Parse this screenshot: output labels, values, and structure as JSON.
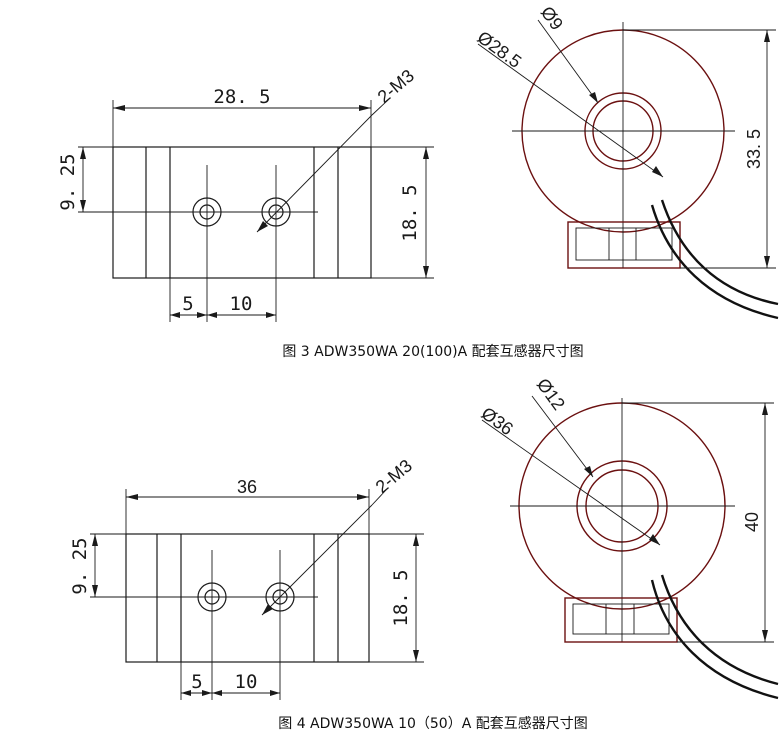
{
  "figure3": {
    "caption": "图 3 ADW350WA 20(100)A 配套互感器尺寸图",
    "width_label": "28. 5",
    "thread_label": "2-M3",
    "offset_label": "9. 25",
    "height_label": "18. 5",
    "pitch_a_label": "5",
    "pitch_b_label": "10",
    "outer_dia_label": "Ø28.5",
    "inner_dia_label": "Ø9",
    "total_height_label": "33. 5"
  },
  "figure4": {
    "caption": "图 4 ADW350WA 10（50）A 配套互感器尺寸图",
    "width_label": "36",
    "thread_label": "2-M3",
    "offset_label": "9. 25",
    "height_label": "18. 5",
    "pitch_a_label": "5",
    "pitch_b_label": "10",
    "outer_dia_label": "Ø36",
    "inner_dia_label": "Ø12",
    "total_height_label": "40"
  }
}
